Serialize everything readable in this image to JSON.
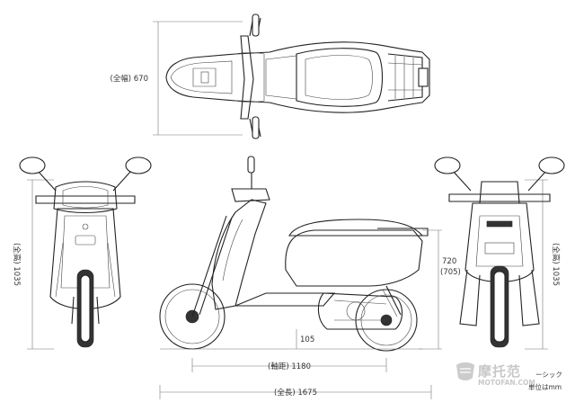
{
  "dimensions": {
    "width": "(全幅) 670",
    "height_front": "(全高) 1035",
    "height_rear": "(全高) 1035",
    "seat_height": "720",
    "seat_height_alt": "(705)",
    "ground_clearance": "105",
    "wheelbase": "(軸距) 1180",
    "length": "(全長) 1675"
  },
  "unit_note": "単位はmm",
  "watermark": {
    "logo_text": "摩托范",
    "sub_text": "MOTOFAN.COM",
    "trail_text": "ーシック"
  },
  "colors": {
    "line": "#222222",
    "dim_line": "#777777",
    "watermark": "#c8c8c8"
  }
}
